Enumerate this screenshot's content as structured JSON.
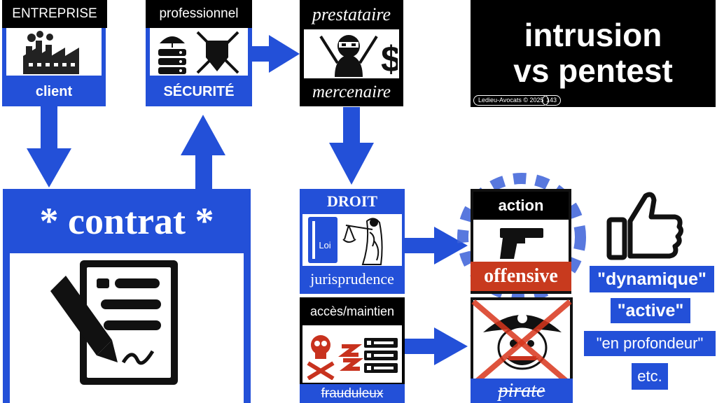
{
  "colors": {
    "accent_blue": "#2350d8",
    "black": "#000000",
    "offensive_red": "#c83a1e",
    "cross_red": "#d9361c",
    "dots_blue": "#3b60d8"
  },
  "entreprise": {
    "title": "ENTREPRISE",
    "caption": "client",
    "icon": "factory-icon"
  },
  "professionnel": {
    "title": "professionnel",
    "caption": "SÉCURITÉ",
    "icon": "security-icon"
  },
  "prestataire": {
    "title": "prestataire",
    "caption": "mercenaire",
    "icon": "ninja-dollar-icon"
  },
  "banner": {
    "line1": "intrusion",
    "line2": "vs pentest",
    "credit": "Ledieu-Avocats  ©  2025",
    "page": "143"
  },
  "contrat": {
    "title": "* contrat *",
    "icon": "contract-signing-icon"
  },
  "droit": {
    "title": "DROIT",
    "caption": "jurisprudence",
    "book_label": "Loi",
    "icon": "justice-icon"
  },
  "acces": {
    "title": "accès/maintien",
    "caption": "frauduleux",
    "icon": "skull-server-icon"
  },
  "action": {
    "title": "action",
    "caption": "offensive",
    "icon": "gun-icon"
  },
  "pirate": {
    "caption": "pirate",
    "icon": "pirate-icon"
  },
  "qualifiers": [
    "\"dynamique\"",
    "\"active\"",
    "\"en profondeur\"",
    "etc."
  ]
}
